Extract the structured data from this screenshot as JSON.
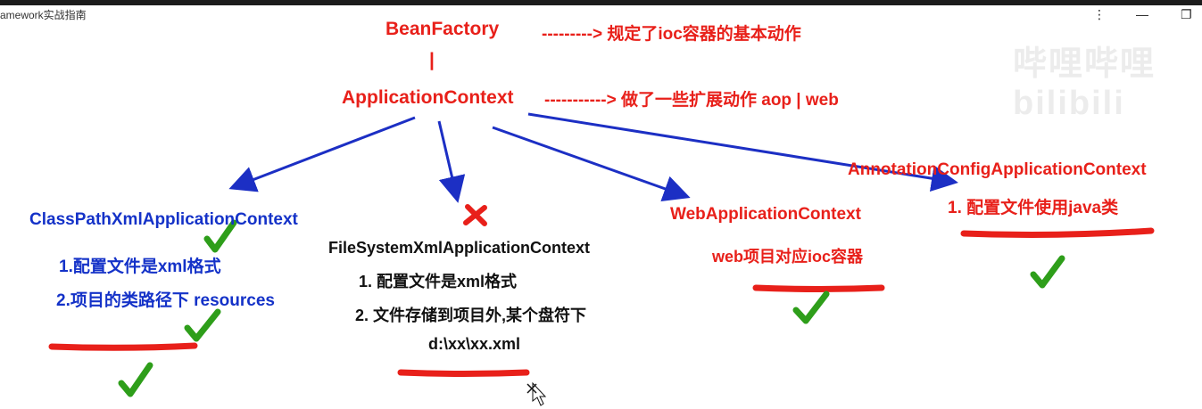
{
  "window": {
    "title": "amework实战指南",
    "menu_icon": "more-vert-icon",
    "minimize_icon": "minimize-icon",
    "restore_icon": "restore-icon"
  },
  "watermark": "哔哩哔哩 bilibili",
  "diagram": {
    "bean_factory": "BeanFactory",
    "bean_factory_note": "---------> 规定了ioc容器的基本动作",
    "separator": "|",
    "application_context": "ApplicationContext",
    "application_context_note": "-----------> 做了一些扩展动作 aop  | web",
    "classpath": {
      "title": "ClassPathXmlApplicationContext",
      "line1": "1.配置文件是xml格式",
      "line2": "2.项目的类路径下 resources"
    },
    "filesystem": {
      "title": "FileSystemXmlApplicationContext",
      "line1": "1. 配置文件是xml格式",
      "line2": "2. 文件存储到项目外,某个盘符下",
      "line3": "d:\\xx\\xx.xml"
    },
    "web": {
      "title": "WebApplicationContext",
      "line1": "web项目对应ioc容器"
    },
    "annotation": {
      "title": "AnnotationConfigApplicationContext",
      "line1": "1. 配置文件使用java类"
    }
  },
  "colors": {
    "red": "#e8201a",
    "blue": "#1432c8",
    "green": "#2e9e1a",
    "arrow": "#1c2fc4"
  }
}
